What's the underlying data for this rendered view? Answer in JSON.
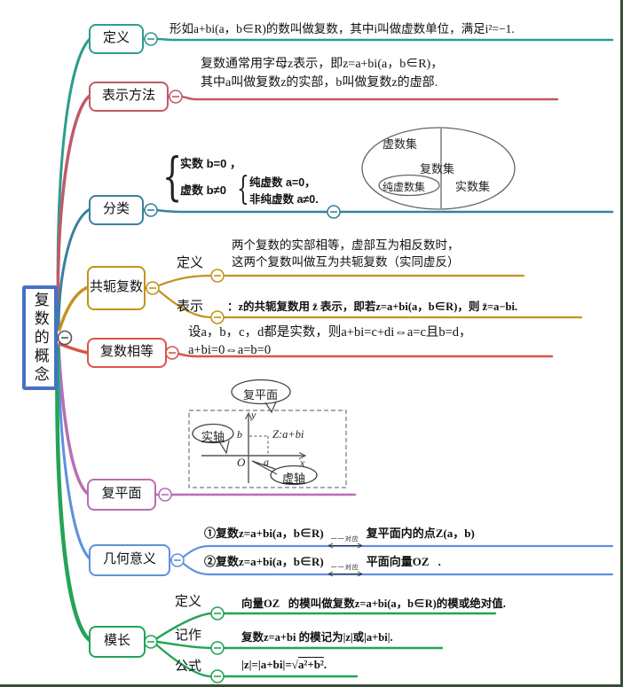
{
  "root": {
    "title": "复数的概念"
  },
  "colors": {
    "root_border": "#4472c4",
    "definition": "#2e9c8f",
    "notation": "#c05a68",
    "classification": "#39809e",
    "conjugate": "#c3931d",
    "equality": "#d9544a",
    "plane": "#b66fb3",
    "geometric": "#6090dd",
    "modulus": "#23a455",
    "collapse": "#555555"
  },
  "definition": {
    "label": "定义",
    "note": "形如a+bi(a，b∈R)的数叫做复数，其中i叫做虚数单位，满足i²=−1."
  },
  "notation": {
    "label": "表示方法",
    "line1": "复数通常用字母z表示，即z=a+bi(a，b∈R)，",
    "line2": "其中a叫做复数z的实部，b叫做复数z的虚部."
  },
  "classification": {
    "label": "分类",
    "brace": "{",
    "real": "实数  b=0 ，",
    "imag": "虚数  b≠0",
    "pure": "纯虚数 a=0，",
    "nonpure": "非纯虚数 a≠0.",
    "venn": {
      "imag_set": "虚数集",
      "complex_set": "复数集",
      "pure_imag_set": "纯虚数集",
      "real_set": "实数集"
    }
  },
  "conjugate": {
    "label": "共轭复数",
    "def_label": "定义",
    "def_line1": "两个复数的实部相等，虚部互为相反数时，",
    "def_line2": "这两个复数叫做互为共轭复数（实同虚反）",
    "rep_label": "表示",
    "rep_note": "：z的共轭复数用 z̄ 表示，即若z=a+bi(a，b∈R)，则 z̄=a−bi."
  },
  "equality": {
    "label": "复数相等",
    "line1": "设a，b，c，d都是实数，则a+bi=c+di⇔a=c且b=d，",
    "line2": "a+bi=0⇔a=b=0"
  },
  "plane": {
    "label": "复平面",
    "bubble": "复平面",
    "real_axis": "实轴",
    "imag_axis": "虚轴",
    "point": "Z:a+bi",
    "origin": "O",
    "a_tick": "a",
    "b_tick": "b",
    "x_label": "x",
    "y_label": "y"
  },
  "geometric": {
    "label": "几何意义",
    "l1_pre": "①复数z=a+bi(a，b∈R)",
    "l1_mid": "一一对应",
    "l1_post": "复平面内的点Z(a，b)",
    "l2_pre": "②复数z=a+bi(a，b∈R)",
    "l2_mid": "一一对应",
    "l2_post": "平面向量OZ⃗."
  },
  "modulus": {
    "label": "模长",
    "def_label": "定义",
    "def_note": "向量OZ⃗的模叫做复数z=a+bi(a，b∈R)的模或绝对值.",
    "rec_label": "记作",
    "rec_note": "复数z=a+bi 的模记为|z|或|a+bi|.",
    "for_label": "公式",
    "for_prefix": "|z|=|a+bi|=",
    "for_sqrt": "√",
    "for_radicand": "a²+b²",
    "for_period": "."
  }
}
